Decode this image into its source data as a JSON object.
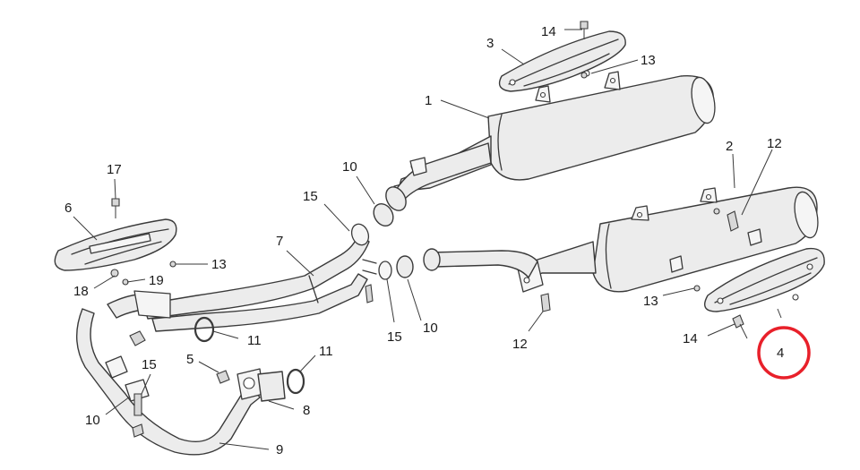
{
  "callouts": {
    "c1": "1",
    "c2": "2",
    "c3": "3",
    "c4": "4",
    "c5": "5",
    "c6": "6",
    "c7": "7",
    "c8": "8",
    "c9": "9",
    "c10a": "10",
    "c10b": "10",
    "c10c": "10",
    "c11a": "11",
    "c11b": "11",
    "c12a": "12",
    "c12b": "12",
    "c13a": "13",
    "c13b": "13",
    "c13c": "13",
    "c14a": "14",
    "c14b": "14",
    "c15a": "15",
    "c15b": "15",
    "c15c": "15",
    "c17": "17",
    "c18": "18",
    "c19": "19"
  },
  "highlight_color": "#e8202a"
}
